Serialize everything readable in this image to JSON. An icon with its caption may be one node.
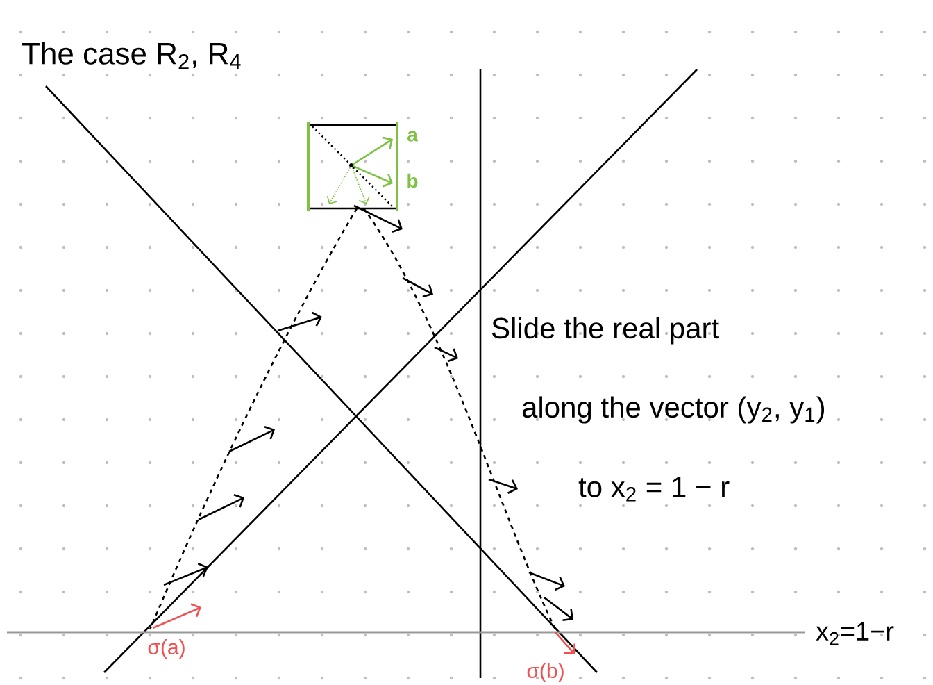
{
  "diagram": {
    "title": "The case R$_{2}$, R$_{4}$",
    "labels": [
      "a",
      "b",
      "Slide the real part",
      "along the vector (y$_{2}$, y$_{1}$)",
      "to x$_{2}$ = 1 − r",
      "x$_{2}$=1−r",
      "σ(a)",
      "σ(b)"
    ]
  }
}
